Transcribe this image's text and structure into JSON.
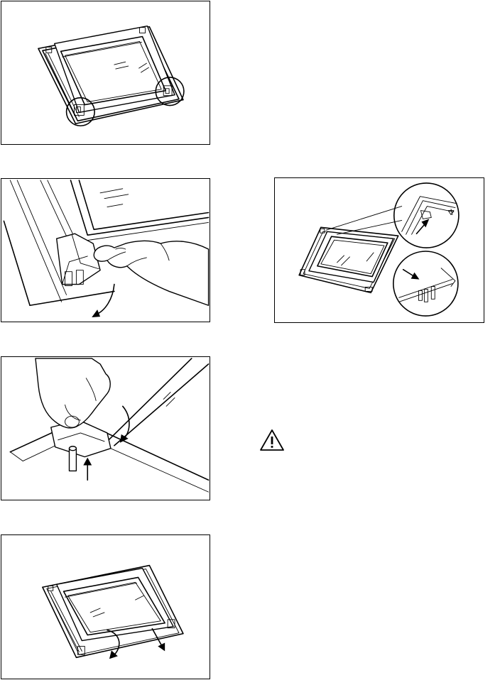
{
  "icons": {
    "warning": "warning-triangle-icon"
  },
  "figures": [
    {
      "id": "fig1",
      "depicts": "door-glass-panel-with-clips"
    },
    {
      "id": "fig2",
      "depicts": "hand-releasing-clip"
    },
    {
      "id": "fig3",
      "depicts": "glass-panel-install-detail"
    },
    {
      "id": "fig4",
      "depicts": "hand-pressing-clip"
    },
    {
      "id": "fig5",
      "depicts": "glass-panel-removal"
    }
  ]
}
